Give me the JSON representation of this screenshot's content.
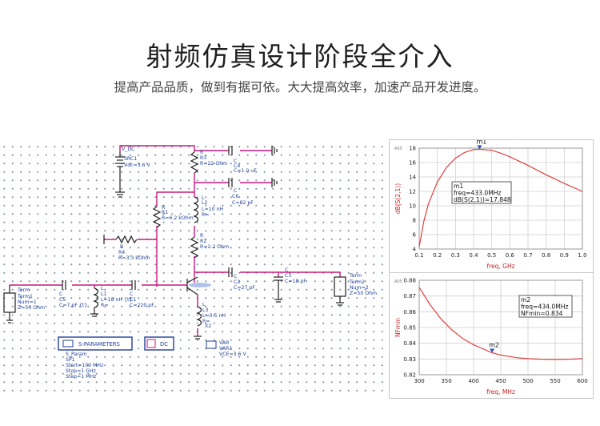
{
  "header": {
    "title": "射频仿真设计阶段全介入",
    "subtitle": "提高产品品质，做到有据可依。大大提高效率，加速产品开发进度。"
  },
  "schematic": {
    "labels": {
      "vdc_ref": "V_DC",
      "vdc_name": "SRC1",
      "vdc_val": "Vdc=3.6 V",
      "r3_ref": "R",
      "r3_name": "R3",
      "r3_val": "R=22 Ohm",
      "c4_ref": "C",
      "c4_name": "C4",
      "c4_val": "C=1.0 uF",
      "c6_ref": "C",
      "c6_name": "C6",
      "c6_val": "C=82 pF",
      "l2_ref": "L",
      "l2_name": "L2",
      "l2_val": "L=10 nH",
      "l2_r": "R=",
      "r1_ref": "R",
      "r1_name": "R1",
      "r1_val": "R=6.2 kOhm",
      "r4_ref": "R",
      "r4_name": "R4",
      "r4_val": "R=3.3 kOhm",
      "r2_ref": "R",
      "r2_name": "R2",
      "r2_val": "R=2.2 Ohm",
      "term1_ref": "Term",
      "term1_name": "Term1",
      "term1_num": "Num=1",
      "term1_z": "Z=50 Ohm",
      "c5_ref": "C",
      "c5_name": "C5",
      "c5_val": "C=7 pF {t}",
      "l1_ref": "L",
      "l1_name": "L1",
      "l1_val": "L=18 nH {t}",
      "l1_r": "R=",
      "c1_ref": "C",
      "c1_name": "C1",
      "c1_val": "C=220 pF",
      "c2_ref": "C",
      "c2_name": "C2",
      "c2_val": "C=27 pF",
      "c3_ref": "C",
      "c3_name": "C3",
      "c3_val": "C=18 pF",
      "l3_ref": "L",
      "l3_name": "L3",
      "l3_val": "L=0.5 nH",
      "l3_r": "R=",
      "x2": "X2",
      "term2_ref": "Term",
      "term2_name": "Term2",
      "term2_num": "Num=2",
      "term2_z": "Z=50 Ohm",
      "sparam_title": "S-PARAMETERS",
      "sparam_ref": "S_Param",
      "sparam_name": "SP1",
      "sparam_start": "Start=100 MHz",
      "sparam_stop": "Stop=1 GHz",
      "sparam_step": "Step=1 MHz",
      "dc_title": "DC",
      "var_ref": "VAR",
      "var_name": "VAR1",
      "var_val": "VCE=3.6 V"
    }
  },
  "chart_data": [
    {
      "type": "line",
      "corner_tag": "A05",
      "xlabel": "freq, GHz",
      "ylabel": "dB(S(2,1))",
      "xlim": [
        0.1,
        1.0
      ],
      "ylim": [
        4,
        18
      ],
      "xticks": [
        "0.1",
        "0.2",
        "0.3",
        "0.4",
        "0.5",
        "0.6",
        "0.7",
        "0.8",
        "0.9",
        "1.0"
      ],
      "yticks": [
        "4",
        "6",
        "8",
        "10",
        "12",
        "14",
        "16",
        "18"
      ],
      "grid": true,
      "color": "#e04040",
      "x": [
        0.1,
        0.125,
        0.15,
        0.2,
        0.25,
        0.3,
        0.35,
        0.4,
        0.433,
        0.5,
        0.55,
        0.6,
        0.7,
        0.8,
        0.9,
        1.0
      ],
      "y": [
        4.3,
        7.8,
        10.2,
        13.3,
        15.3,
        16.6,
        17.4,
        17.8,
        17.848,
        17.7,
        17.3,
        16.8,
        15.6,
        14.3,
        13.1,
        12.0
      ],
      "marker": {
        "name": "m1",
        "x": 0.433,
        "y": 17.848,
        "box_title": "m1",
        "box_line1": "freq=433.0MHz",
        "box_line2": "dB(S(2,1))=17.848"
      }
    },
    {
      "type": "line",
      "corner_tag": "A05",
      "xlabel": "freq, MHz",
      "ylabel": "NFmin",
      "xlim": [
        300,
        600
      ],
      "ylim": [
        0.82,
        0.88
      ],
      "xticks": [
        "300",
        "350",
        "400",
        "450",
        "500",
        "550",
        "600"
      ],
      "yticks": [
        "0.82",
        "0.83",
        "0.84",
        "0.85",
        "0.86",
        "0.87",
        "0.88"
      ],
      "grid": true,
      "color": "#e04040",
      "x": [
        300,
        320,
        340,
        360,
        380,
        400,
        420,
        434,
        450,
        480,
        500,
        520,
        550,
        580,
        600
      ],
      "y": [
        0.8755,
        0.8645,
        0.8555,
        0.8485,
        0.843,
        0.839,
        0.836,
        0.834,
        0.8325,
        0.8308,
        0.8302,
        0.8299,
        0.8297,
        0.8299,
        0.8302
      ],
      "marker": {
        "name": "m2",
        "x": 434,
        "y": 0.834,
        "box_title": "m2",
        "box_line1": "freq=434.0MHz",
        "box_line2": "NFmin=0.834"
      }
    }
  ]
}
